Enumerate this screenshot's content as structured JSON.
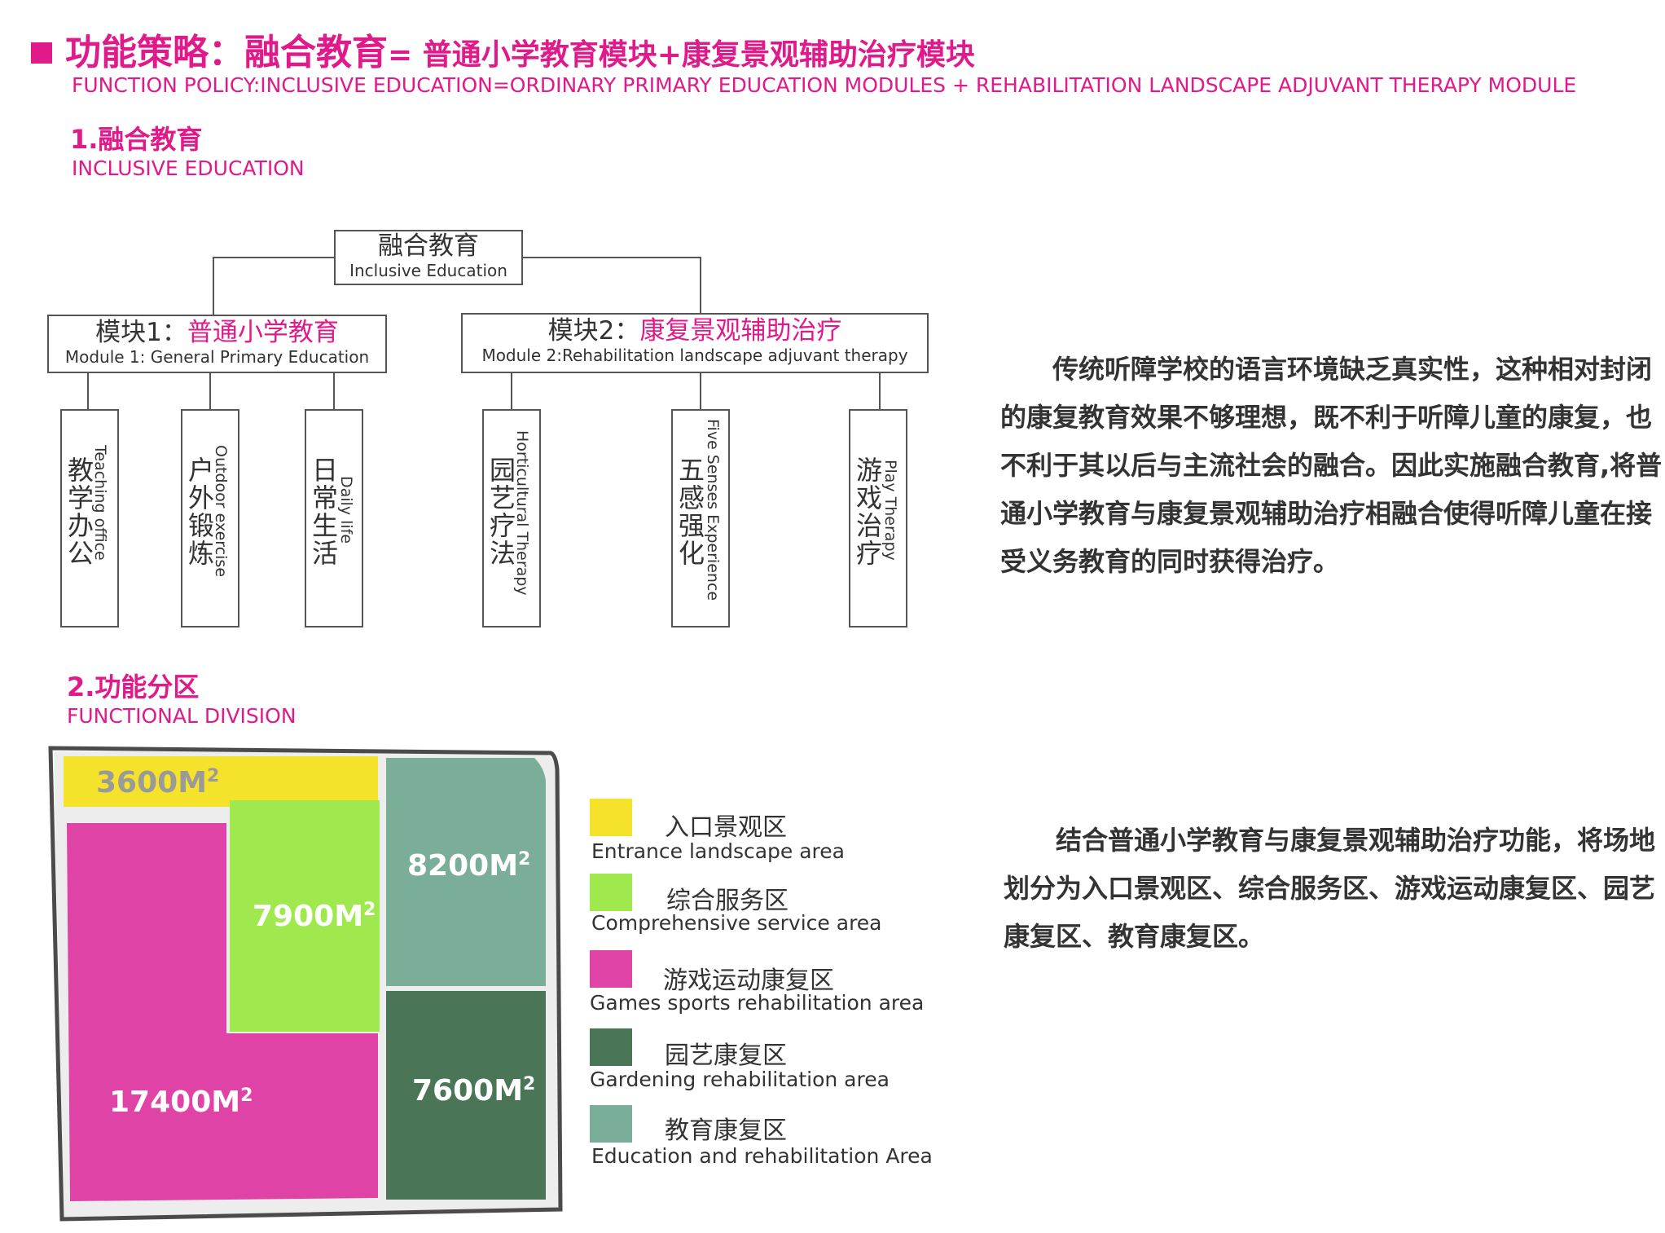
{
  "title": {
    "cn_main": "功能策略：融合教育",
    "cn_rest": "= 普通小学教育模块+康复景观辅助治疗模块",
    "en": "FUNCTION POLICY:INCLUSIVE EDUCATION=ORDINARY PRIMARY EDUCATION MODULES + REHABILITATION LANDSCAPE ADJUVANT THERAPY MODULE"
  },
  "section1": {
    "cn": "1.融合教育",
    "en": "INCLUSIVE EDUCATION"
  },
  "section2": {
    "cn": "2.功能分区",
    "en": "FUNCTIONAL DIVISION"
  },
  "tree": {
    "root": {
      "cn": "融合教育",
      "en": "Inclusive Education"
    },
    "module1": {
      "prefix": "模块1：",
      "highlight": "普通小学教育",
      "en": "Module 1: General Primary Education"
    },
    "module2": {
      "prefix": "模块2：",
      "highlight": "康复景观辅助治疗",
      "en": "Module 2:Rehabilitation landscape adjuvant therapy"
    },
    "leaves": [
      {
        "cn": "教学办公",
        "en": "Teaching office"
      },
      {
        "cn": "户外锻炼",
        "en": "Outdoor exercise"
      },
      {
        "cn": "日常生活",
        "en": "Daily life"
      },
      {
        "cn": "园艺疗法",
        "en": "Horticultural Therapy"
      },
      {
        "cn": "五感强化",
        "en": "Five Senses Experience"
      },
      {
        "cn": "游戏治疗",
        "en": "Play Therapy"
      }
    ]
  },
  "paragraph1": "传统听障学校的语言环境缺乏真实性，这种相对封闭的康复教育效果不够理想，既不利于听障儿童的康复，也不利于其以后与主流社会的融合。因此实施融合教育,将普通小学教育与康复景观辅助治疗相融合使得听障儿童在接受义务教育的同时获得治疗。",
  "paragraph2": "结合普通小学教育与康复景观辅助治疗功能，将场地划分为入口景观区、综合服务区、游戏运动康复区、园艺康复区、教育康复区。",
  "colors": {
    "accent": "#e01a8a",
    "entrance": "#f5e22a",
    "service": "#9fe84d",
    "games": "#e043a6",
    "gardening": "#4a7657",
    "education": "#7aae98"
  },
  "zones": [
    {
      "key": "entrance",
      "area": "3600M",
      "sup": "2",
      "cn": "入口景观区",
      "en": "Entrance landscape area"
    },
    {
      "key": "service",
      "area": "7900M",
      "sup": "2",
      "cn": "综合服务区",
      "en": "Comprehensive service area"
    },
    {
      "key": "games",
      "area": "17400M",
      "sup": "2",
      "cn": "游戏运动康复区",
      "en": "Games sports rehabilitation area"
    },
    {
      "key": "gardening",
      "area": "7600M",
      "sup": "2",
      "cn": "园艺康复区",
      "en": "Gardening rehabilitation area"
    },
    {
      "key": "education",
      "area": "8200M",
      "sup": "2",
      "cn": "教育康复区",
      "en": "Education and rehabilitation Area"
    }
  ]
}
